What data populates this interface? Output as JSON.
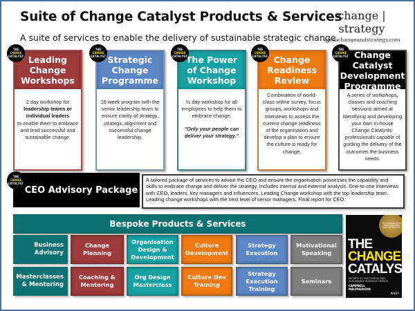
{
  "header": {
    "title": "Suite of Change Catalyst Products & Services",
    "subtitle": "A suite of services to enable the delivery of sustainable strategic change.",
    "logo_name": "change | strategy",
    "logo_url": "www.changeandstrategy.com"
  },
  "badge": {
    "line1": "THE",
    "line2": "CHANGE",
    "line3": "CATALYST"
  },
  "cards": [
    {
      "title": "Leading Change Workshops",
      "color": "#9e3b3b",
      "border": "#a05050",
      "body_pre": "2 day workshop for",
      "body_bold": "leadership teams or individual leaders",
      "body_post": "to enable them to embrace and lead successful and sustainable change."
    },
    {
      "title": "Strategic Change Programme",
      "color": "#5b87c7",
      "border": "#7f93b0",
      "body": "16 week program with the senior leadership team to ensure clarity of strategy, strategic alignment and successful change leadership."
    },
    {
      "title": "The Power of Change Workshop",
      "color": "#17a3a3",
      "border": "#3d7f7f",
      "body": "½ day workshop for all employees to help them to embrace change.",
      "quote": "\"Only your people can deliver your strategy.\""
    },
    {
      "title": "Change Readiness Review",
      "color": "#ef7a12",
      "border": "#c07a40",
      "body": "Combination of world-class online survey, focus groups, workshops and interviews to assess the current change readiness of the organisation and develop a plan to ensure the culture is ready for change."
    },
    {
      "title": "Change Catalyst Development Programme",
      "color": "#000000",
      "border": "#444444",
      "body": "A series of workshops, classes and coaching sessions aimed at identifying and developing your own in-house Change Catalysts: professionals capable of guiding the delivery of the outcomes the business needs."
    }
  ],
  "ceo": {
    "title": "CEO Advisory Package",
    "description": "A tailored package of services to advise the CEO and ensure the organisation possesses the capability and skills to embrace change and deliver the strategy. Includes internal and external analysis. One-to-one interviews with CEO, leaders, key managers and influencers.  Leading Change workshop with the top leadership team. Leading change workshops with the next level of senior managers. Final report for CEO."
  },
  "bespoke": {
    "title": "Bespoke Products & Services",
    "rows": [
      {
        "label": "Business Advisory",
        "items": [
          "Change Planning",
          "Organisation Design & Development",
          "Culture Development",
          "Strategy Execution",
          "Motivational Speaking"
        ]
      },
      {
        "label": "Masterclasses & Mentoring",
        "items": [
          "Coaching & Mentoring",
          "Org Design Masterclass",
          "Culture Dev Training",
          "Strategy Execution Training",
          "Seminars"
        ]
      }
    ],
    "colors": [
      "#9e3b3b",
      "#17a3a3",
      "#ef7a12",
      "#5b87c7",
      "#7f7f7f"
    ],
    "label_color": "#0e7370"
  },
  "book": {
    "title1": "THE",
    "title2": "CHANGE",
    "title3": "CATALYST",
    "subtitle": "SECRETS TO SUCCESSFUL AND SUSTAINABLE BUSINESS CHANGE",
    "author": "CAMPBELL MACPHERSON",
    "publisher": "WILEY",
    "award": "THE BUSINESS BOOK AWARDS BUSINESS BOOK OF THE YEAR"
  }
}
